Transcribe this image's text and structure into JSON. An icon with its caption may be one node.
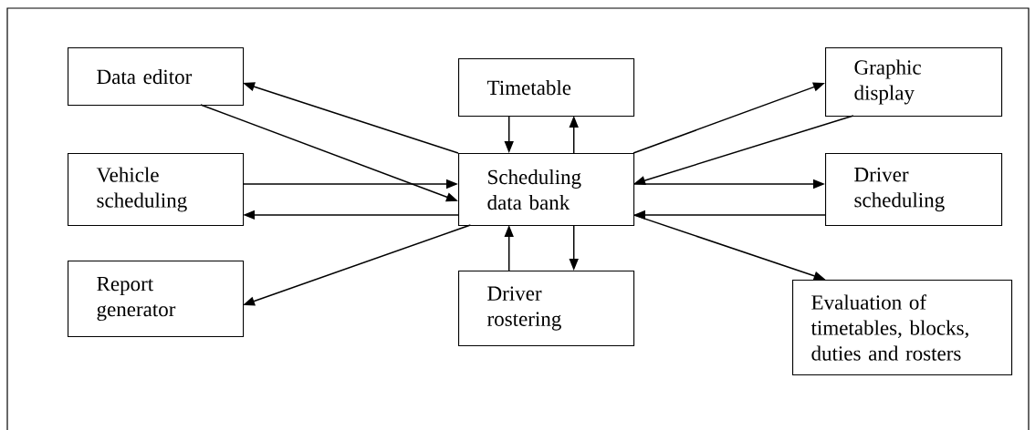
{
  "diagram": {
    "nodes": [
      {
        "text": [
          "Data editor"
        ]
      },
      {
        "text": [
          "Timetable"
        ]
      },
      {
        "text": [
          "Graphic display"
        ]
      },
      {
        "text": [
          "Vehicle scheduling"
        ]
      },
      {
        "text": [
          "Scheduling data bank"
        ]
      },
      {
        "text": [
          "Driver scheduling"
        ]
      },
      {
        "text": [
          "Report generator"
        ]
      },
      {
        "text": [
          "Driver rostering"
        ]
      },
      {
        "text": [
          "Evaluation of timetables, blocks, duties and rosters"
        ]
      }
    ],
    "edges": [
      {
        "from": 4,
        "to": 0,
        "arrow": "to"
      },
      {
        "from": 0,
        "to": 4,
        "arrow": "to"
      },
      {
        "from": 3,
        "to": 4,
        "arrow": "to"
      },
      {
        "from": 4,
        "to": 3,
        "arrow": "to"
      },
      {
        "from": 4,
        "to": 6,
        "arrow": "to"
      },
      {
        "from": 1,
        "to": 4,
        "arrow": "to"
      },
      {
        "from": 4,
        "to": 1,
        "arrow": "to"
      },
      {
        "from": 7,
        "to": 4,
        "arrow": "to"
      },
      {
        "from": 4,
        "to": 7,
        "arrow": "to"
      },
      {
        "from": 4,
        "to": 2,
        "arrow": "to"
      },
      {
        "from": 2,
        "to": 4,
        "arrow": "to"
      },
      {
        "from": 4,
        "to": 5,
        "arrow": "to"
      },
      {
        "from": 5,
        "to": 4,
        "arrow": "to"
      },
      {
        "from": 4,
        "to": 8,
        "arrow": "to"
      }
    ]
  }
}
